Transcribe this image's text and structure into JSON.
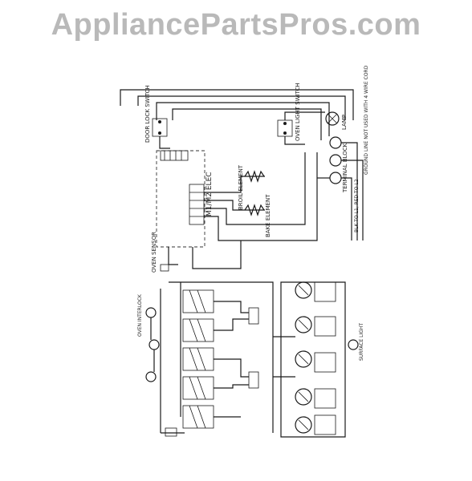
{
  "watermark": "AppliancePartsPros.com",
  "diagram": {
    "control_label": "M1/M2 ELEC",
    "oven_sensor": "OVEN SENSOR",
    "broil_element": "BROIL ELEMENT",
    "bake_element": "BAKE ELEMENT",
    "oven_light_switch": "OVEN LIGHT SWITCH",
    "door_lock_switch": "DOOR LOCK SWITCH",
    "lamp": "LAMP",
    "terminal_block": "TERMINAL BLOCK",
    "ground_note": "GROUND LINE NOT USED WITH 4 WIRE CORD",
    "wire_note": "BLK TO L1, RED TO L2",
    "surface_light": "SURFACE LIGHT",
    "interlock": "OVEN INTERLOCK"
  }
}
